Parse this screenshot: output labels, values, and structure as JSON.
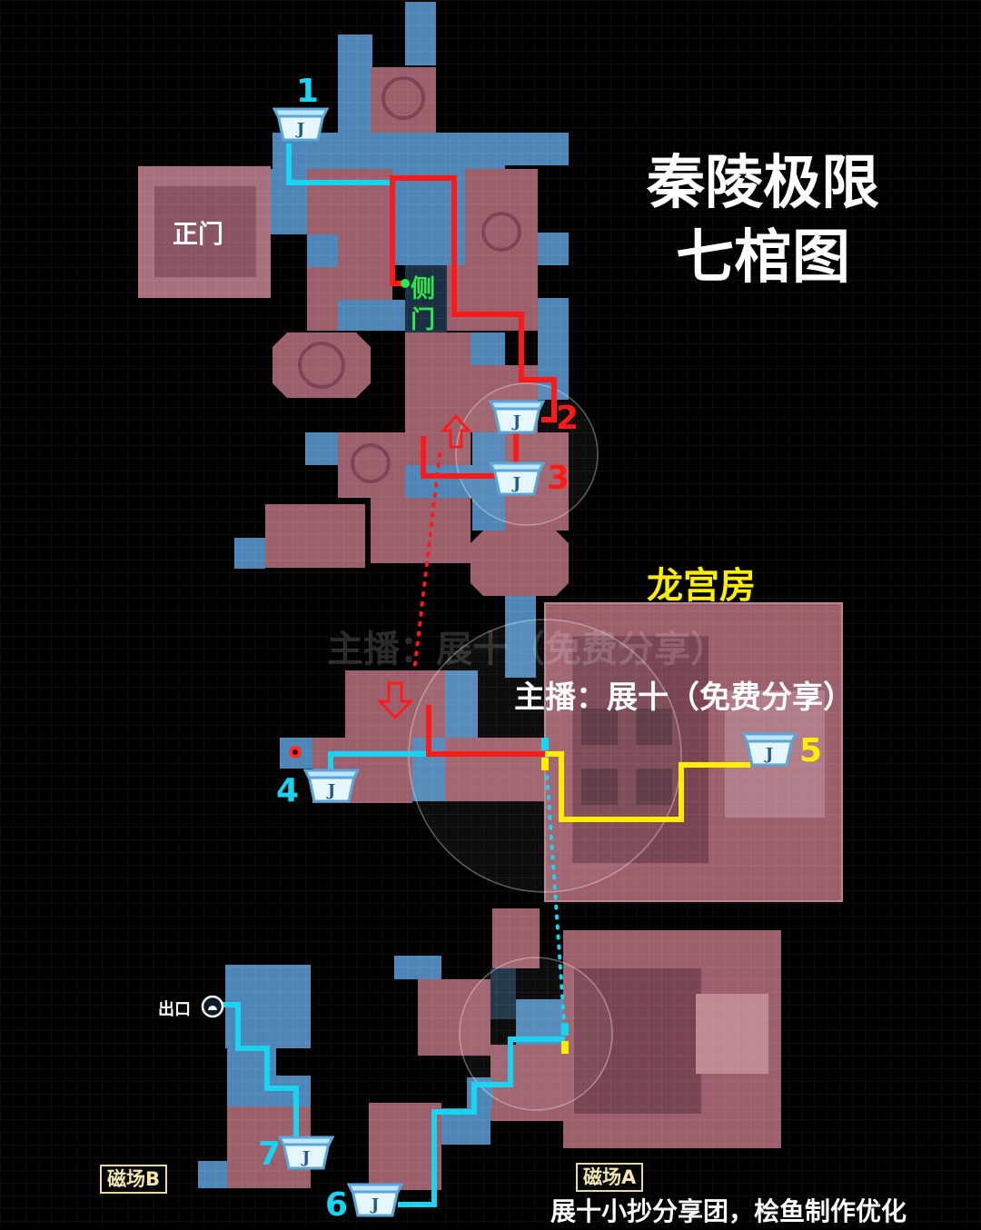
{
  "title": {
    "line1": "秦陵极限",
    "line2": "七棺图"
  },
  "labels": {
    "main_gate": "正门",
    "side_gate_1": "侧",
    "side_gate_2": "门",
    "dragon_palace": "龙宫房",
    "streamer": "主播：展十（免费分享）",
    "exit": "出口",
    "field_a": "磁场A",
    "field_b": "磁场B",
    "credit": "展十小抄分享团，桧鱼制作优化"
  },
  "watermark": "主播：展十（免费分享）",
  "coffins": [
    {
      "number": "1",
      "color": "cyan"
    },
    {
      "number": "2",
      "color": "red"
    },
    {
      "number": "3",
      "color": "red"
    },
    {
      "number": "4",
      "color": "cyan"
    },
    {
      "number": "5",
      "color": "yellow"
    },
    {
      "number": "6",
      "color": "cyan"
    },
    {
      "number": "7",
      "color": "cyan"
    }
  ],
  "colors": {
    "background": "#000000",
    "room_pink": "#9c5f6c",
    "room_blue": "#4f86b8",
    "route_cyan": "#19d4f0",
    "route_red": "#ff1a1a",
    "route_yellow": "#ffee00",
    "side_gate_green": "#2ee84a",
    "dragon_label": "#ffee00"
  }
}
